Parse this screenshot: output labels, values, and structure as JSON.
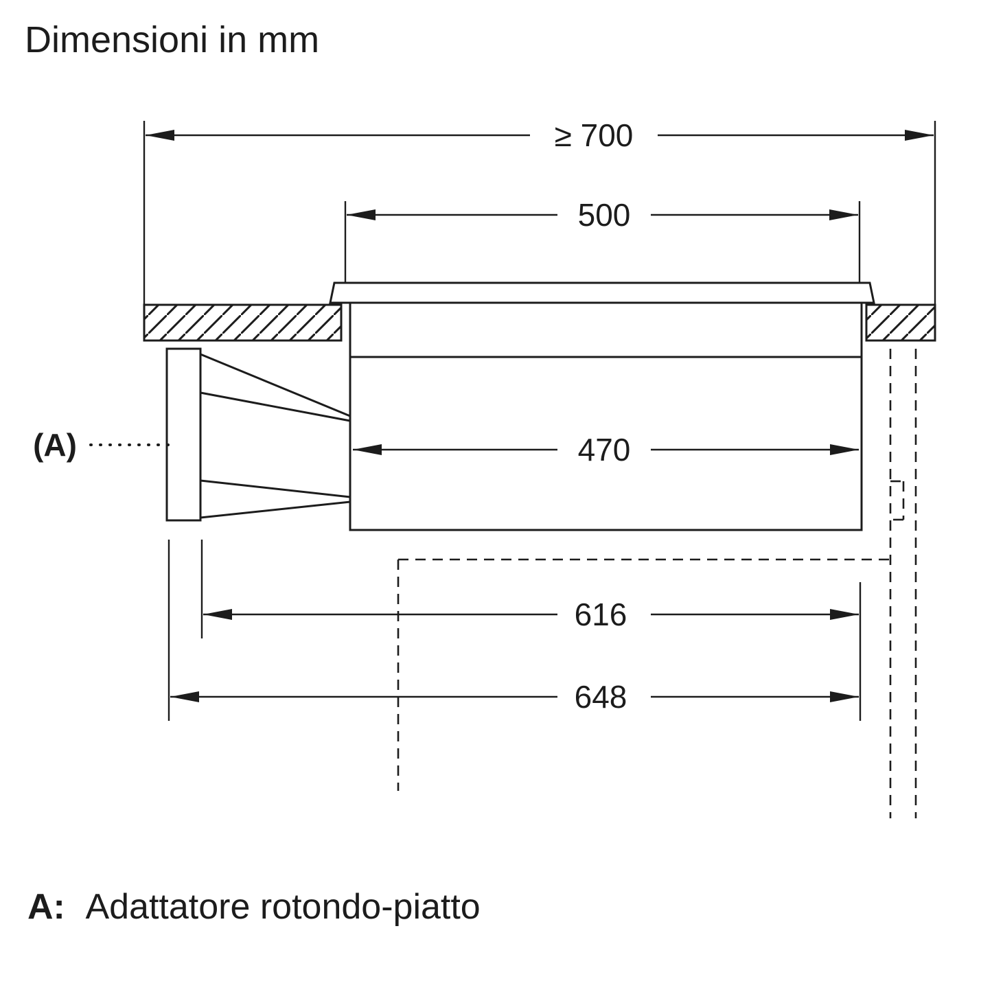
{
  "title": "Dimensioni in mm",
  "dims": {
    "d700": "≥ 700",
    "d500": "500",
    "d470": "470",
    "d616": "616",
    "d648": "648"
  },
  "adapter": {
    "label": "(A)"
  },
  "legend": {
    "key": "A:",
    "desc": "Adattatore rotondo-piatto"
  },
  "colors": {
    "line": "#1c1c1c",
    "background": "#ffffff"
  }
}
